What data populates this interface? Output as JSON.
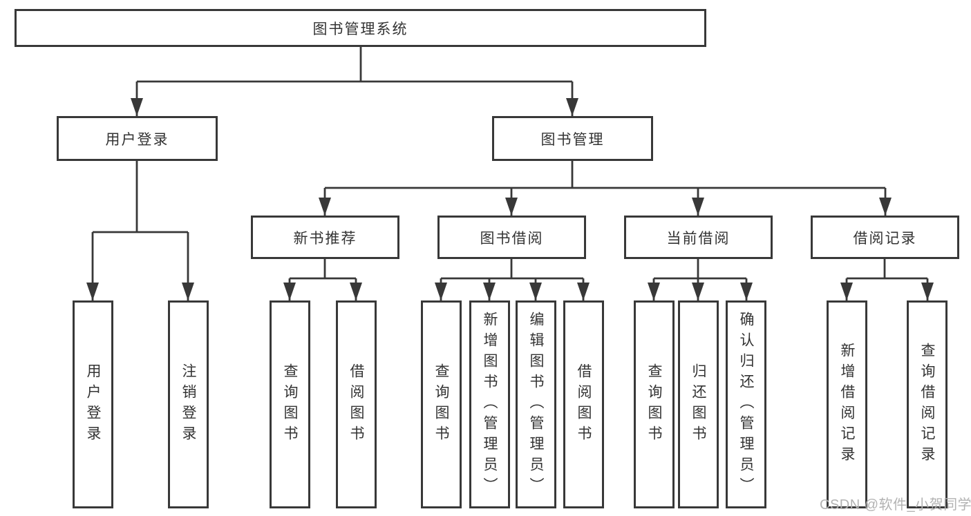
{
  "diagram": {
    "root": {
      "label": "图书管理系统"
    },
    "level2": [
      {
        "label": "用户登录"
      },
      {
        "label": "图书管理"
      }
    ],
    "level3": [
      {
        "label": "新书推荐"
      },
      {
        "label": "图书借阅"
      },
      {
        "label": "当前借阅"
      },
      {
        "label": "借阅记录"
      }
    ],
    "leaves": {
      "user_login": [
        {
          "label": "用户登录"
        },
        {
          "label": "注销登录"
        }
      ],
      "new_book_recommend": [
        {
          "label": "查询图书"
        },
        {
          "label": "借阅图书"
        }
      ],
      "book_borrow": [
        {
          "label": "查询图书"
        },
        {
          "label": "新增图书（管理员）"
        },
        {
          "label": "编辑图书（管理员）"
        },
        {
          "label": "借阅图书"
        }
      ],
      "current_borrow": [
        {
          "label": "查询图书"
        },
        {
          "label": "归还图书"
        },
        {
          "label": "确认归还（管理员）"
        }
      ],
      "borrow_records": [
        {
          "label": "新增借阅记录"
        },
        {
          "label": "查询借阅记录"
        }
      ]
    },
    "watermark": "CSDN @软件_小贺同学",
    "colors": {
      "line": "#383838",
      "text": "#333333",
      "watermark": "#b2b2b2",
      "background": "#ffffff"
    }
  }
}
